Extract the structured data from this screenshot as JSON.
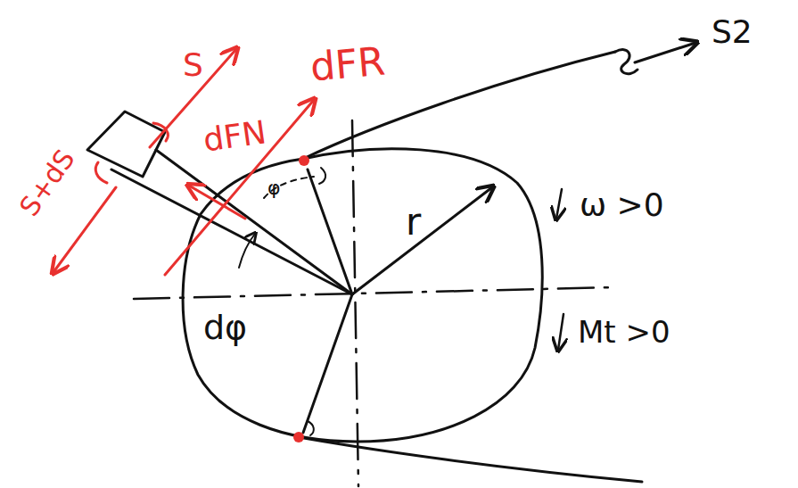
{
  "diagram": {
    "labels": [
      "S+dS",
      "S",
      "dFR",
      "dFN",
      "φ",
      "dφ",
      "r",
      "ω >0",
      "Mt >0",
      "S2"
    ]
  }
}
